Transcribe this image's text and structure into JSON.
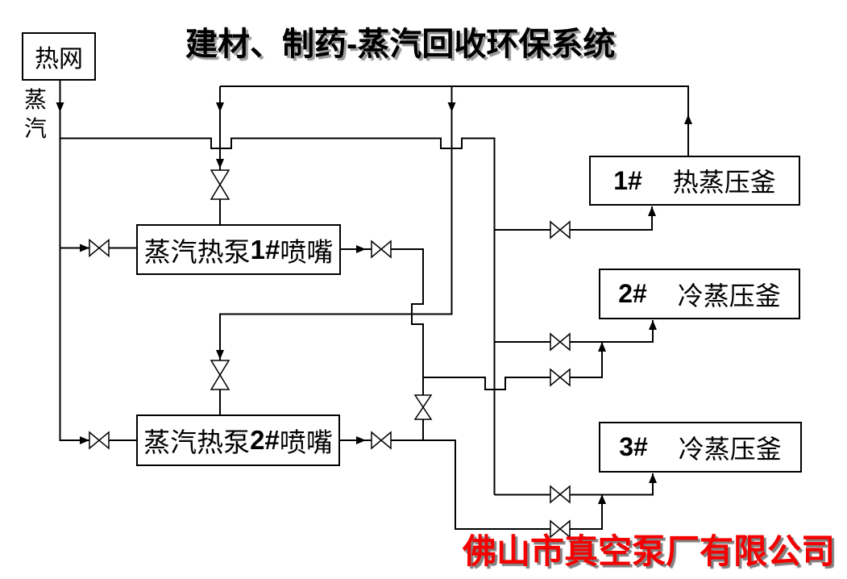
{
  "title": "建材、制药-蒸汽回收环保系统",
  "company": "佛山市真空泵厂有限公司",
  "heat_network": {
    "label": "热网"
  },
  "steam_label": {
    "chars": [
      "蒸",
      "汽"
    ]
  },
  "nozzles": [
    {
      "prefix": "蒸汽热泵",
      "id": "1#",
      "suffix": "喷嘴"
    },
    {
      "prefix": "蒸汽热泵",
      "id": "2#",
      "suffix": "喷嘴"
    }
  ],
  "autoclaves": [
    {
      "id": "1#",
      "name": "热蒸压釜"
    },
    {
      "id": "2#",
      "name": "冷蒸压釜"
    },
    {
      "id": "3#",
      "name": "冷蒸压釜"
    }
  ],
  "colors": {
    "pipe_line": "#000000",
    "title_text": "#000000",
    "title_shadow": "#9a9a9a",
    "company_text": "#f50000",
    "company_shadow": "#808080",
    "background": "#ffffff"
  }
}
